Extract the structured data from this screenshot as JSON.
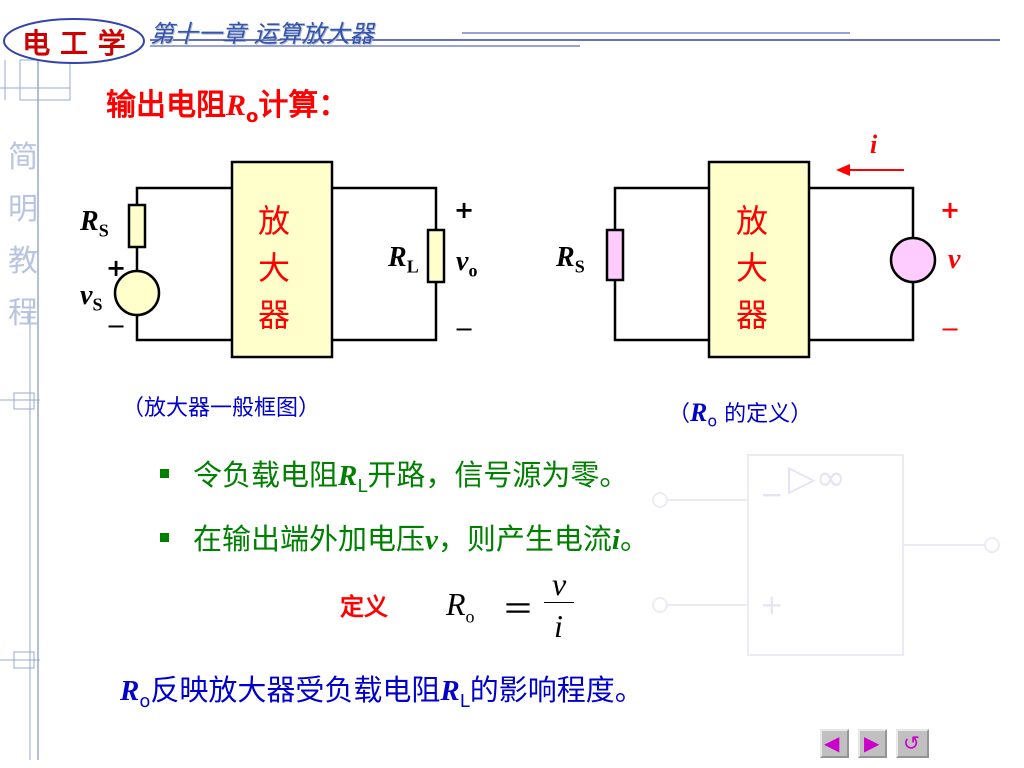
{
  "header": {
    "logo_text": "电 工 学",
    "chapter": "第十一章  运算放大器"
  },
  "sidebar": {
    "chars": [
      "简",
      "明",
      "教",
      "程"
    ]
  },
  "title": {
    "prefix": "输出电阻",
    "symbol": "R",
    "sub": "o",
    "suffix": "计算："
  },
  "left_circuit": {
    "amp_chars": [
      "放",
      "大",
      "器"
    ],
    "rs": "R",
    "rs_sub": "S",
    "vs": "v",
    "vs_sub": "S",
    "rl": "R",
    "rl_sub": "L",
    "vo": "v",
    "vo_sub": "o",
    "plus": "+",
    "minus": "−",
    "caption": "（放大器一般框图）"
  },
  "right_circuit": {
    "amp_chars": [
      "放",
      "大",
      "器"
    ],
    "rs": "R",
    "rs_sub": "S",
    "current": "i",
    "voltage": "v",
    "plus": "+",
    "minus": "−",
    "caption_open": "（",
    "caption_symbol": "R",
    "caption_sub": "o",
    "caption_text": "的定义）"
  },
  "bullets": [
    {
      "pre": "令负载电阻",
      "sym": "R",
      "sub": "L",
      "post": "开路，信号源为零。"
    },
    {
      "pre": "在输出端外加电压",
      "sym": "v",
      "mid": "，则产生电流",
      "sym2": "i",
      "post": "。"
    }
  ],
  "definition": {
    "label": "定义",
    "lhs": "R",
    "lhs_sub": "o",
    "eq": "＝",
    "numerator": "v",
    "denominator": "i"
  },
  "summary": {
    "sym": "R",
    "sub": "o",
    "mid": "反映放大器受负载电阻",
    "sym2": "R",
    "sub2": "L",
    "post": "的影响程度。"
  },
  "watermark": {
    "symbol": "▷∞",
    "minus": "−",
    "plus": "+"
  },
  "nav": {
    "prev_label": "◀",
    "next_label": "▶",
    "return_label": "↺"
  },
  "colors": {
    "red": "#ff0000",
    "green": "#008000",
    "blue": "#0000cc",
    "amp_fill": "#ffffcc",
    "source_fill": "#ffccff"
  }
}
